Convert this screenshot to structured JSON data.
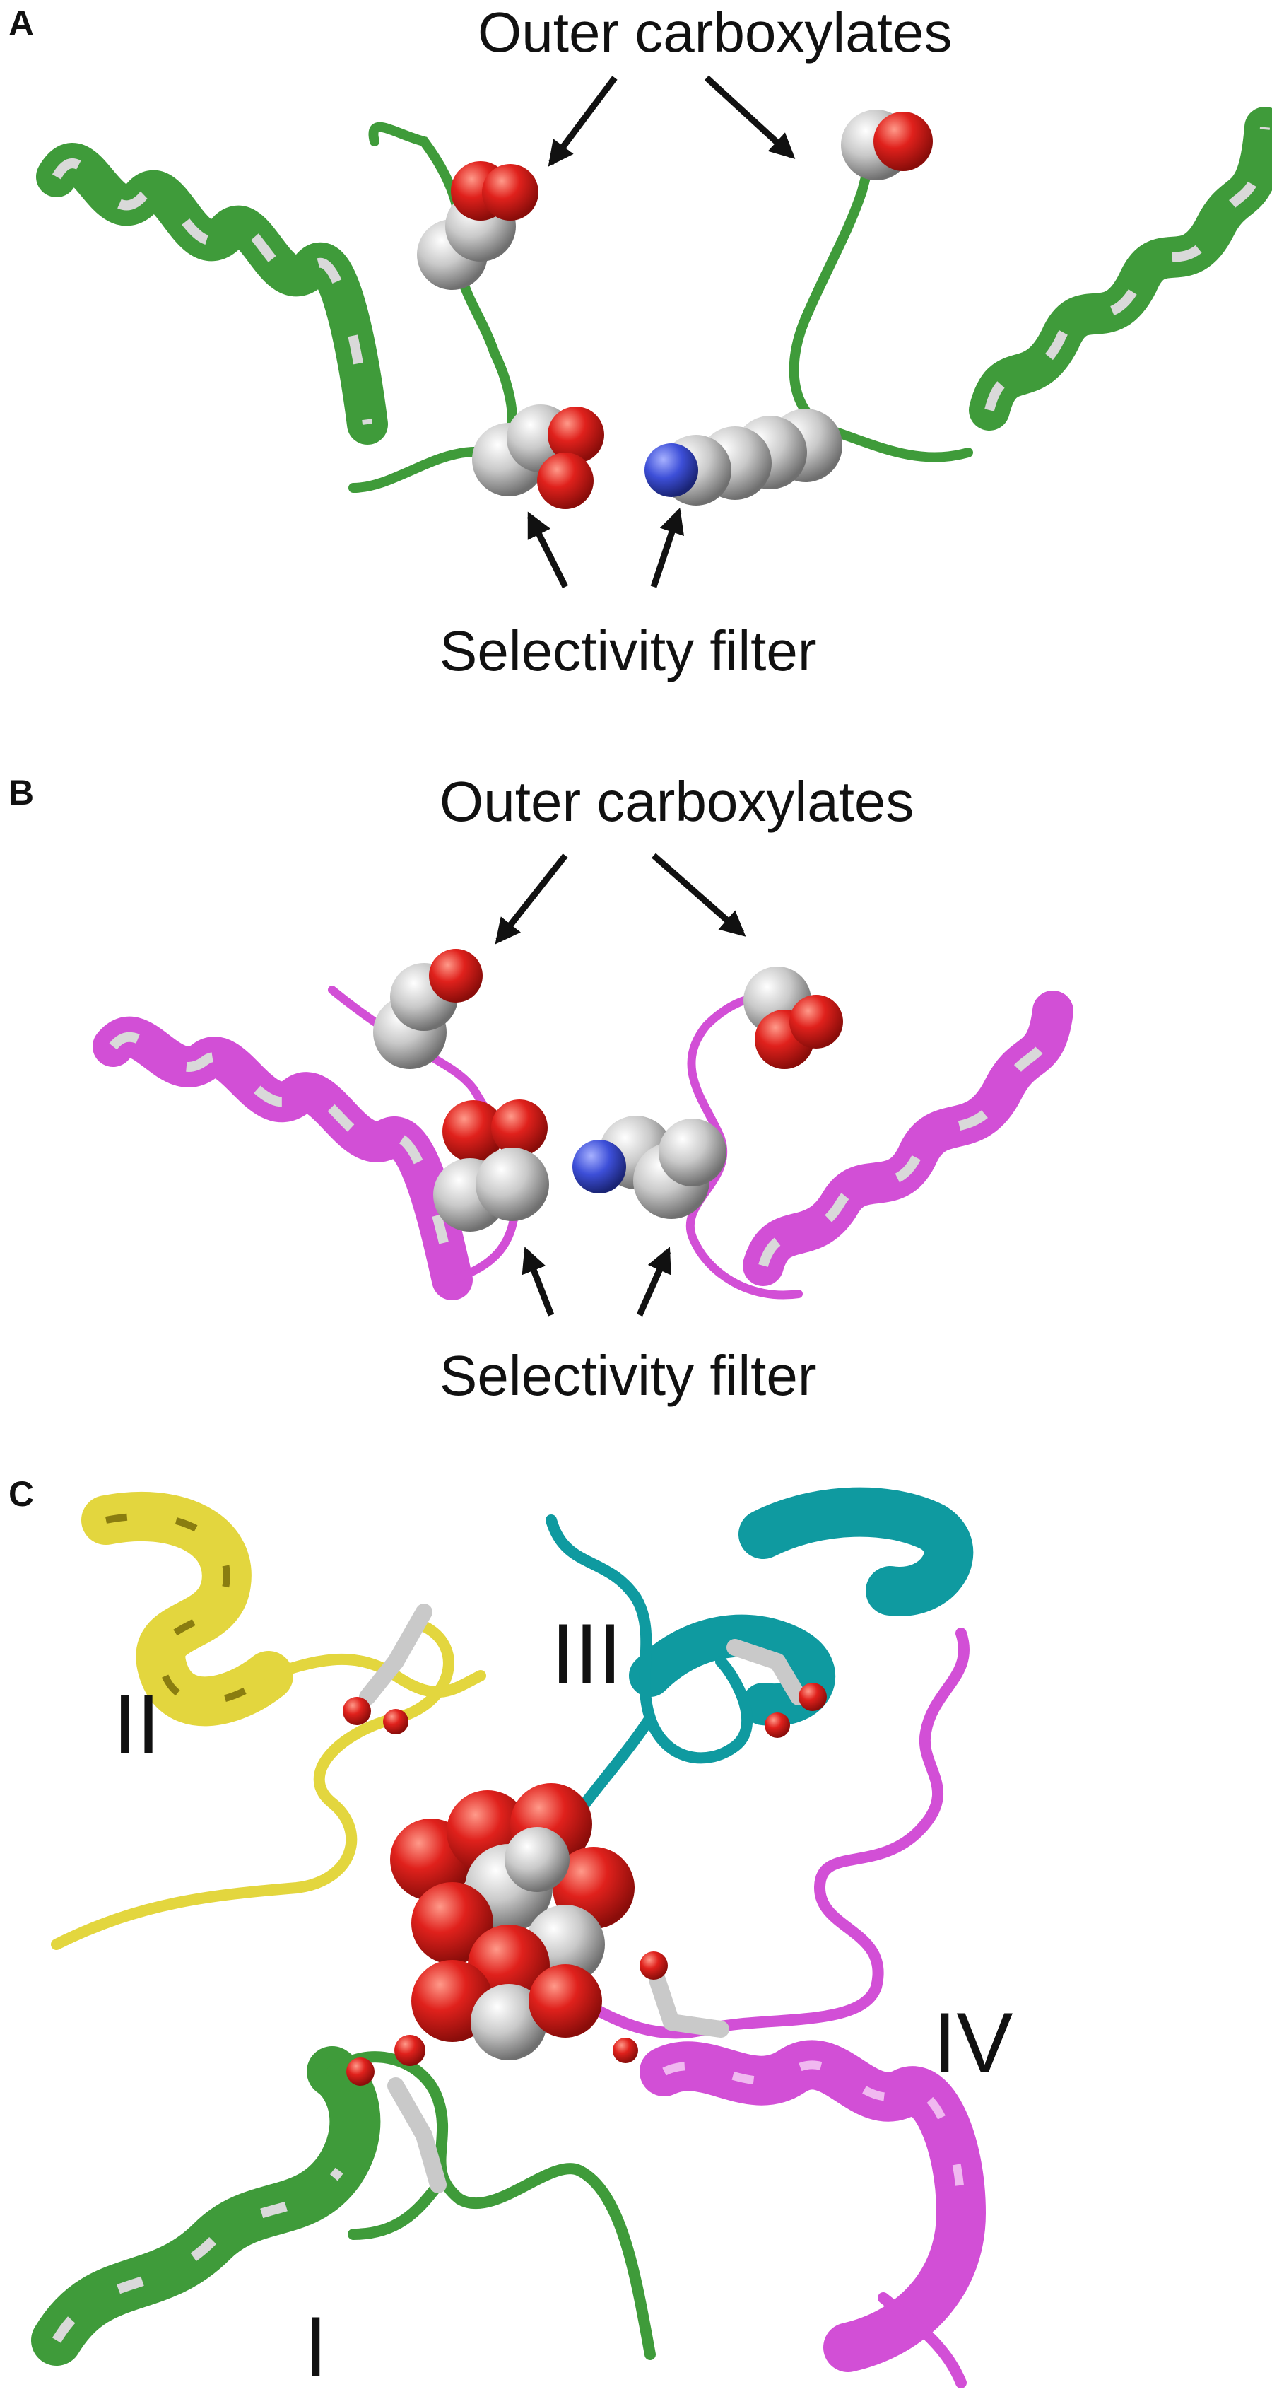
{
  "panels": [
    {
      "letter": "A",
      "outer_label": "Outer carboxylates",
      "filter_label": "Selectivity filter",
      "ribbon_color": "#3f9b3a"
    },
    {
      "letter": "B",
      "outer_label": "Outer carboxylates",
      "filter_label": "Selectivity filter",
      "ribbon_color": "#d24fd6"
    },
    {
      "letter": "C",
      "domains": [
        "II",
        "III",
        "IV",
        "I"
      ],
      "domain_colors": {
        "I": "#3f9b3a",
        "II": "#e3d63e",
        "III": "#0f9aa0",
        "IV": "#d24fd6"
      }
    }
  ],
  "atom_colors": {
    "oxygen": "#e0211c",
    "carbon": "#c9c9c9",
    "nitrogen": "#3d4fd8"
  }
}
